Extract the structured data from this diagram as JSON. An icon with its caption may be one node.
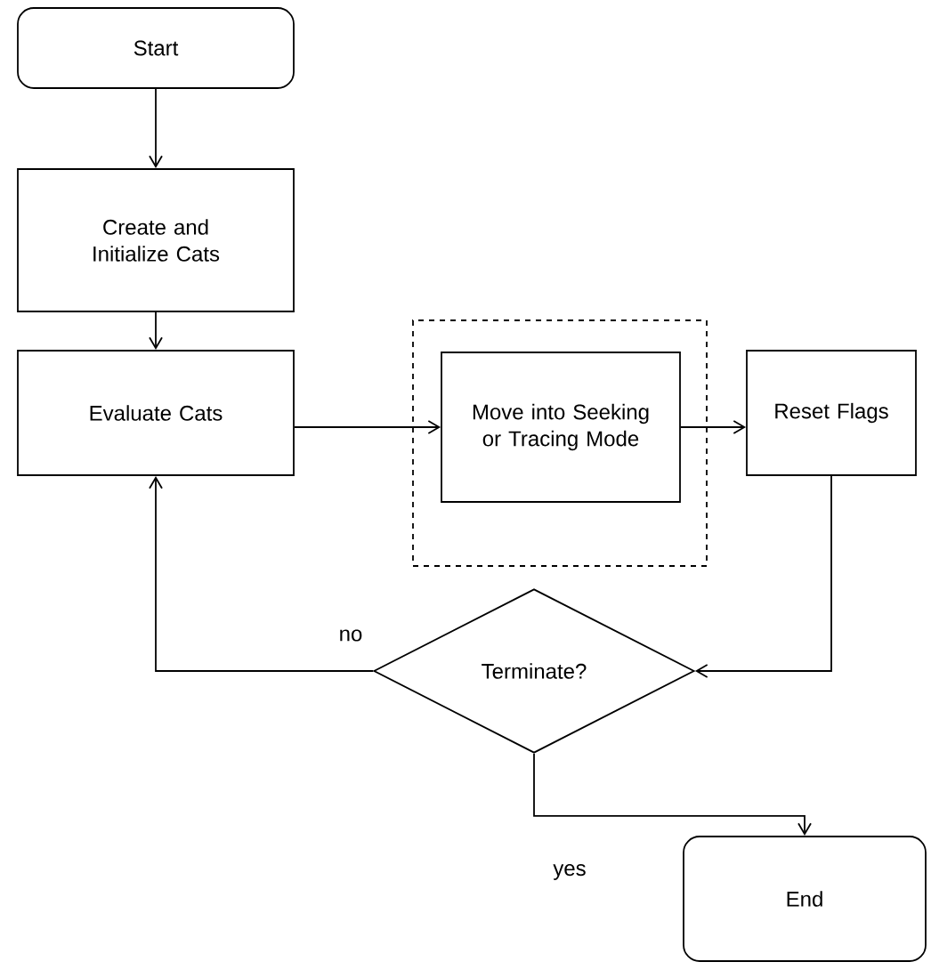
{
  "diagram": {
    "nodes": [
      {
        "text": [
          "Start"
        ]
      },
      {
        "text": [
          "Create and Initialize Cats"
        ]
      },
      {
        "text": [
          "Evaluate Cats"
        ]
      },
      {
        "text": [],
        "shape": "box"
      },
      {
        "text": [
          "Move into Seeking or Tracing Mode"
        ],
        "in": 3
      },
      {
        "text": [
          "Reset Flags"
        ]
      },
      {
        "text": [
          "Terminate?"
        ]
      },
      {
        "text": [
          "End"
        ]
      }
    ],
    "edges": [
      {
        "from": 0,
        "to": 1,
        "arrow": "to"
      },
      {
        "from": 1,
        "to": 2,
        "arrow": "to"
      },
      {
        "from": 2,
        "to": 4,
        "arrow": "to"
      },
      {
        "from": 4,
        "to": 5,
        "arrow": "to"
      },
      {
        "from": 5,
        "to": 6,
        "arrow": "to"
      },
      {
        "from": 6,
        "to": 2,
        "arrow": "to",
        "label": "no"
      },
      {
        "from": 6,
        "to": 7,
        "arrow": "to",
        "label": "yes"
      }
    ]
  }
}
